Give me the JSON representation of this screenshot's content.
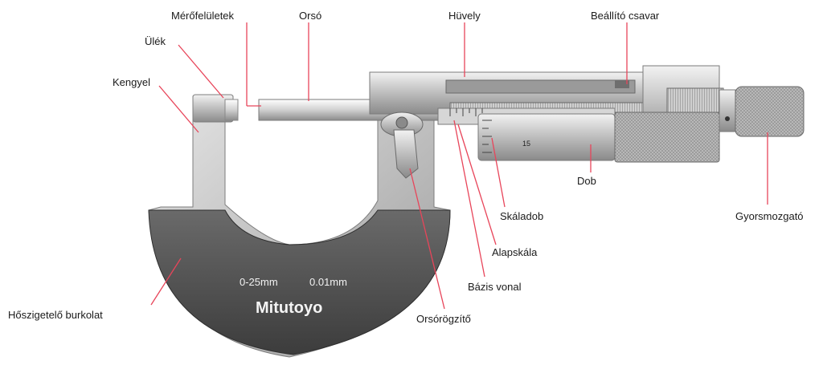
{
  "labels": {
    "merofeluletek": "Mérőfelületek",
    "orso": "Orsó",
    "huvely": "Hüvely",
    "beallito_csavar": "Beállító csavar",
    "ulek": "Ülék",
    "kengyel": "Kengyel",
    "dob": "Dob",
    "skaladob": "Skáladob",
    "gyorsmozgato": "Gyorsmozgató",
    "alapskala": "Alapskála",
    "bazis_vonal": "Bázis vonal",
    "hoszigetelo_burkolat": "Hőszigetelő burkolat",
    "orsorogzito": "Orsórögzítő"
  },
  "frame": {
    "range": "0-25mm",
    "resolution": "0.01mm",
    "brand": "Mitutoyo"
  },
  "thimble_number": "15",
  "colors": {
    "leader_line": "#e8455a",
    "label_text": "#1a1a1a",
    "metal_light": "#d8d8d8",
    "metal_dark": "#5e5e5e",
    "insulator": "#4a4a4a"
  }
}
